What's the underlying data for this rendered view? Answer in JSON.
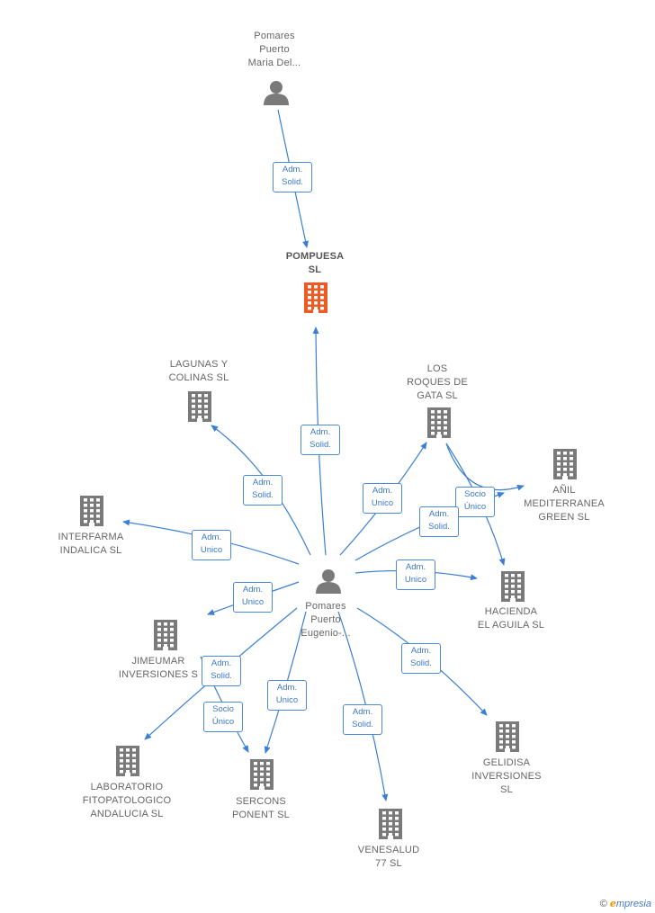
{
  "colors": {
    "edge": "#3a7fd5",
    "node_gray": "#7a7a7a",
    "node_highlight": "#ef5a24"
  },
  "nodes": [
    {
      "id": "maria",
      "type": "person",
      "label": "Pomares\nPuerto\nMaria Del..."
    },
    {
      "id": "pompuesa",
      "type": "company",
      "label": "POMPUESA\nSL",
      "highlight": true
    },
    {
      "id": "eugenio",
      "type": "person",
      "label": "Pomares\nPuerto\nEugenio-..."
    },
    {
      "id": "lagunas",
      "type": "company",
      "label": "LAGUNAS Y\nCOLINAS  SL"
    },
    {
      "id": "roques",
      "type": "company",
      "label": "LOS\nROQUES DE\nGATA  SL"
    },
    {
      "id": "anil",
      "type": "company",
      "label": "AÑIL\nMEDITERRANEA\nGREEN  SL"
    },
    {
      "id": "interfarma",
      "type": "company",
      "label": "INTERFARMA\nINDALICA  SL"
    },
    {
      "id": "hacienda",
      "type": "company",
      "label": "HACIENDA\nEL AGUILA  SL"
    },
    {
      "id": "jimeumar",
      "type": "company",
      "label": "JIMEUMAR\nINVERSIONES S"
    },
    {
      "id": "gelidisa",
      "type": "company",
      "label": "GELIDISA\nINVERSIONES\nSL"
    },
    {
      "id": "laboratorio",
      "type": "company",
      "label": "LABORATORIO\nFITOPATOLOGICO\nANDALUCIA  SL"
    },
    {
      "id": "sercons",
      "type": "company",
      "label": "SERCONS\nPONENT SL"
    },
    {
      "id": "venesalud",
      "type": "company",
      "label": "VENESALUD\n77  SL"
    }
  ],
  "edges": [
    {
      "from": "maria",
      "to": "pompuesa",
      "label": "Adm.\nSolid."
    },
    {
      "from": "eugenio",
      "to": "pompuesa",
      "label": "Adm.\nSolid."
    },
    {
      "from": "eugenio",
      "to": "lagunas",
      "label": "Adm.\nSolid."
    },
    {
      "from": "eugenio",
      "to": "roques",
      "label": "Adm.\nUnico"
    },
    {
      "from": "roques",
      "to": "anil",
      "label": "Socio\nÚnico"
    },
    {
      "from": "eugenio",
      "to": "interfarma",
      "label": "Adm.\nUnico"
    },
    {
      "from": "eugenio",
      "to": "hacienda",
      "label": "Adm.\nSolid."
    },
    {
      "from": "roques",
      "to": "hacienda",
      "label": ""
    },
    {
      "from": "eugenio",
      "to": "hacienda",
      "label": "Adm.\nUnico"
    },
    {
      "from": "eugenio",
      "to": "jimeumar",
      "label": "Adm.\nUnico"
    },
    {
      "from": "eugenio",
      "to": "gelidisa",
      "label": "Adm.\nSolid."
    },
    {
      "from": "eugenio",
      "to": "laboratorio",
      "label": "Adm.\nSolid."
    },
    {
      "from": "jimeumar",
      "to": "sercons",
      "label": "Socio\nÚnico"
    },
    {
      "from": "eugenio",
      "to": "sercons",
      "label": "Adm.\nUnico"
    },
    {
      "from": "eugenio",
      "to": "venesalud",
      "label": "Adm.\nSolid."
    }
  ],
  "footer": {
    "copyright": "©",
    "brand_first": "e",
    "brand_rest": "mpresia"
  }
}
